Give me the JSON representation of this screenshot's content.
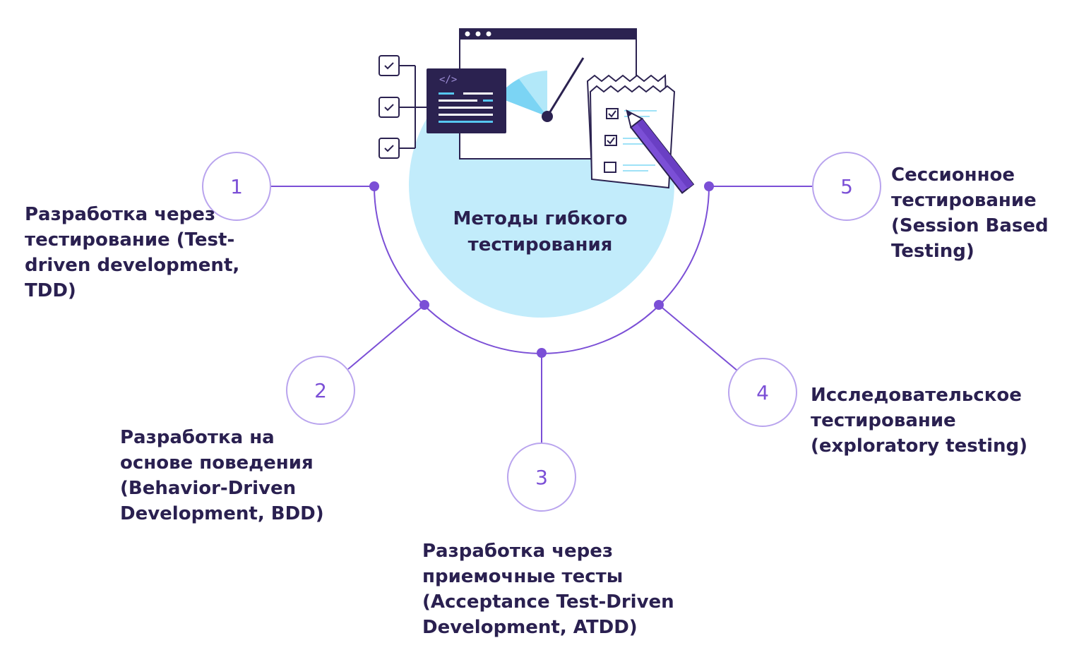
{
  "center": {
    "line1": "Методы гибкого",
    "line2": "тестирования"
  },
  "nodes": [
    {
      "number": "1",
      "lines": [
        "Разработка через",
        "тестирование (Test-",
        "driven development,",
        "TDD)"
      ]
    },
    {
      "number": "2",
      "lines": [
        "Разработка на",
        "основе поведения",
        "(Behavior-Driven",
        "Development, BDD)"
      ]
    },
    {
      "number": "3",
      "lines": [
        "Разработка через",
        "приемочные тесты",
        "(Acceptance Test-Driven",
        "Development, ATDD)"
      ]
    },
    {
      "number": "4",
      "lines": [
        "Исследовательское",
        "тестирование",
        "(exploratory testing)"
      ]
    },
    {
      "number": "5",
      "lines": [
        "Сессионное",
        "тестирование",
        "(Session Based",
        "Testing)"
      ]
    }
  ],
  "illustration": {
    "code_tag": "</>"
  },
  "colors": {
    "accent": "#7b4fd6",
    "center_fill": "#c2ecfb",
    "dark": "#2b2250",
    "text": "#2a2050"
  }
}
